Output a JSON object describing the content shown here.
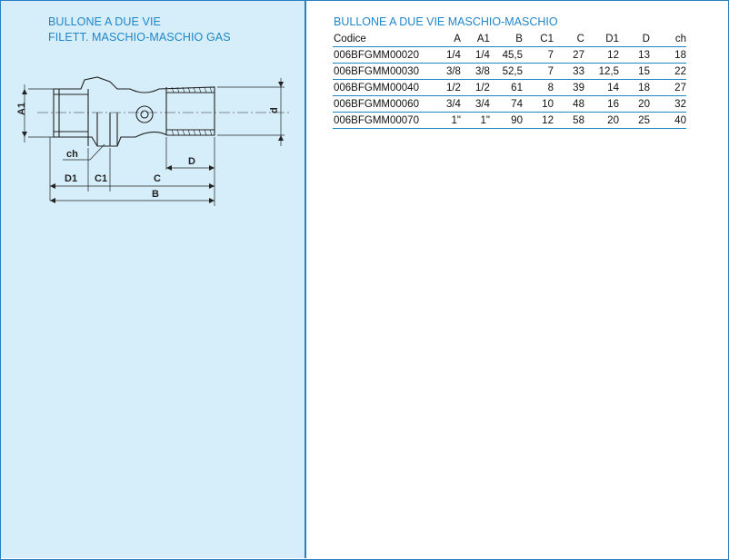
{
  "left": {
    "title_line1": "BULLONE A DUE VIE",
    "title_line2": "FILETT. MASCHIO-MASCHIO GAS",
    "drawing_labels": {
      "A1": "A1",
      "d": "d",
      "ch": "ch",
      "D1": "D1",
      "C1": "C1",
      "C": "C",
      "D": "D",
      "B": "B"
    }
  },
  "right": {
    "title": "BULLONE A DUE VIE MASCHIO-MASCHIO",
    "table": {
      "headers": [
        "Codice",
        "A",
        "A1",
        "B",
        "C1",
        "C",
        "D1",
        "D",
        "ch"
      ],
      "rows": [
        [
          "006BFGMM00020",
          "1/4",
          "1/4",
          "45,5",
          "7",
          "27",
          "12",
          "13",
          "18"
        ],
        [
          "006BFGMM00030",
          "3/8",
          "3/8",
          "52,5",
          "7",
          "33",
          "12,5",
          "15",
          "22"
        ],
        [
          "006BFGMM00040",
          "1/2",
          "1/2",
          "61",
          "8",
          "39",
          "14",
          "18",
          "27"
        ],
        [
          "006BFGMM00060",
          "3/4",
          "3/4",
          "74",
          "10",
          "48",
          "16",
          "20",
          "32"
        ],
        [
          "006BFGMM00070",
          "1\"",
          "1\"",
          "90",
          "12",
          "58",
          "20",
          "25",
          "40"
        ]
      ]
    }
  },
  "colors": {
    "accent": "#1f86c8",
    "panel_bg": "#d6eefa",
    "border": "#2a7fc0"
  }
}
